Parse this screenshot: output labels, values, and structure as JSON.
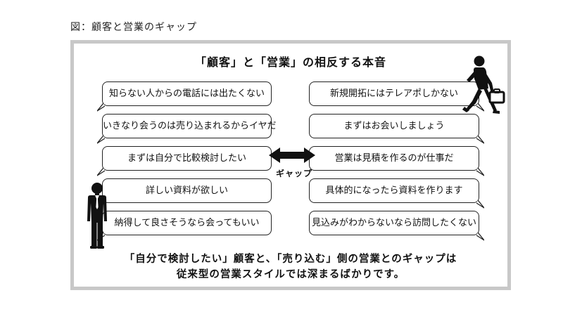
{
  "figure_caption": "図：顧客と営業のギャップ",
  "diagram": {
    "heading": "「顧客」と「営業」の相反する本音",
    "customer_voices": [
      "知らない人からの電話には出たくない",
      "いきなり会うのは売り込まれるからイヤだ",
      "まずは自分で比較検討したい",
      "詳しい資料が欲しい",
      "納得して良さそうなら会ってもいい"
    ],
    "sales_voices": [
      "新規開拓にはテレアポしかない",
      "まずはお会いしましょう",
      "営業は見積を作るのが仕事だ",
      "具体的になったら資料を作ります",
      "見込みがわからないなら訪問したくない"
    ],
    "gap_label": "ギャップ",
    "summary_line1": "「自分で検討したい」顧客と、「売り込む」側の営業とのギャップは",
    "summary_line2": "従来型の営業スタイルでは深まるばかりです。",
    "icons": {
      "customer": "standing-businessman-icon",
      "sales": "walking-salesman-with-briefcase-icon",
      "gap": "double-headed-arrow-icon"
    }
  }
}
